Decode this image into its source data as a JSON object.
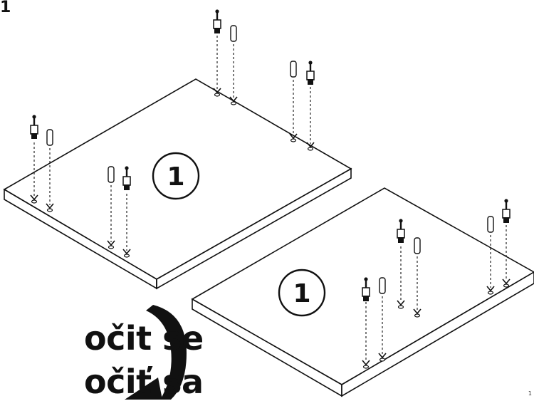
{
  "diagram": {
    "corner_mark": "1",
    "step_badges": [
      "1",
      "1"
    ],
    "captions": [
      "očit se",
      "očiť sa"
    ],
    "page_mark": "1"
  }
}
